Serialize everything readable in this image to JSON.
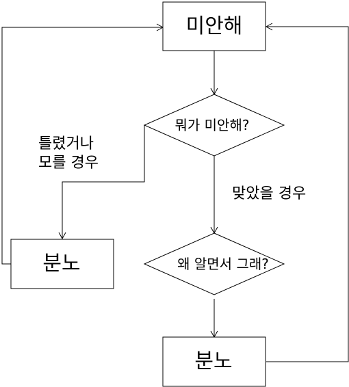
{
  "nodes": {
    "start": {
      "label": "미안해"
    },
    "question_what": {
      "label": "뭐가 미안해?"
    },
    "question_how": {
      "label": "왜 알면서 그래?"
    },
    "anger_left": {
      "label": "분노"
    },
    "anger_bottom": {
      "label": "분노"
    }
  },
  "edges": {
    "wrong_label_line1": "틀렸거나",
    "wrong_label_line2": "모를 경우",
    "right_label": "맞았을 경우"
  }
}
